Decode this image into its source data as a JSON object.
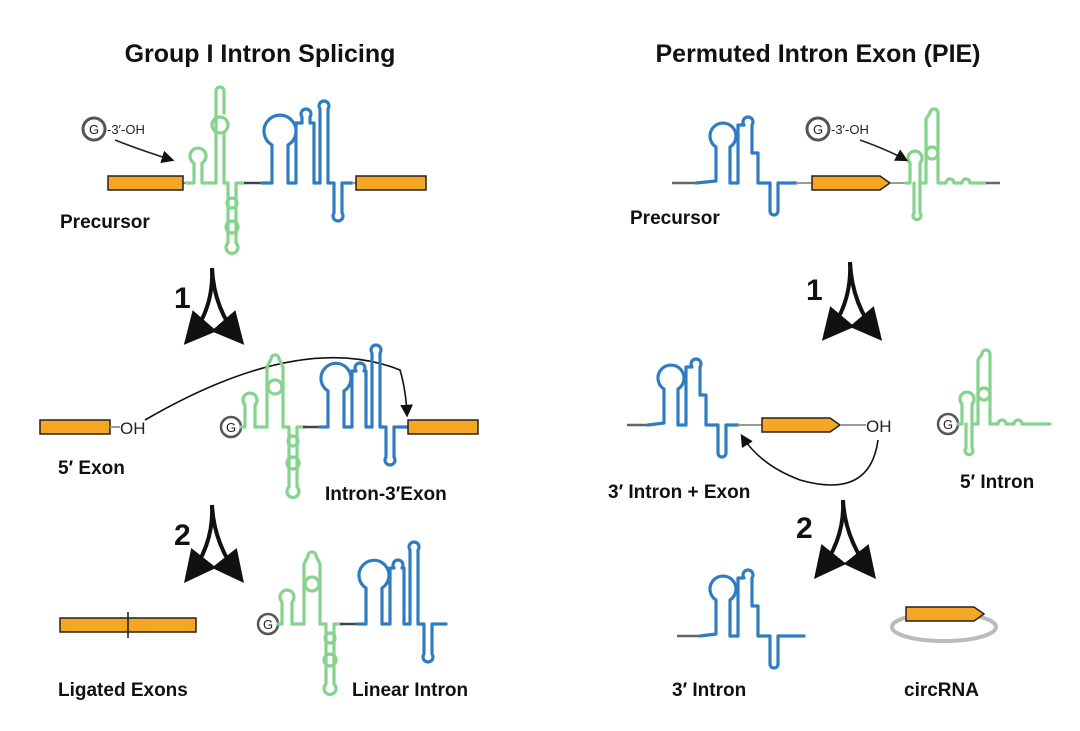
{
  "colors": {
    "green": "#86D38E",
    "blue": "#2F7DC0",
    "exon": "#F5A623",
    "line": "#444444",
    "grey_line": "#999999",
    "circ": "#BBBBBB"
  },
  "left": {
    "title": "Group I Intron Splicing",
    "precursor_label": "Precursor",
    "guanosine_label": "-3′-OH",
    "guanosine_letter": "G",
    "step1": "1",
    "step2": "2",
    "oh": "OH",
    "exon5_label": "5′ Exon",
    "intron3exon_label": "Intron-3′Exon",
    "ligated_label": "Ligated Exons",
    "linear_label": "Linear Intron",
    "g_letter_2": "G",
    "g_letter_3": "G"
  },
  "right": {
    "title": "Permuted Intron Exon (PIE)",
    "precursor_label": "Precursor",
    "guanosine_label": "-3′-OH",
    "guanosine_letter": "G",
    "step1": "1",
    "step2": "2",
    "oh": "OH",
    "intron3exon_label": "3′ Intron + Exon",
    "intron5_label": "5′ Intron",
    "intron3_label": "3′ Intron",
    "circ_label": "circRNA",
    "g_letter_2": "G"
  }
}
